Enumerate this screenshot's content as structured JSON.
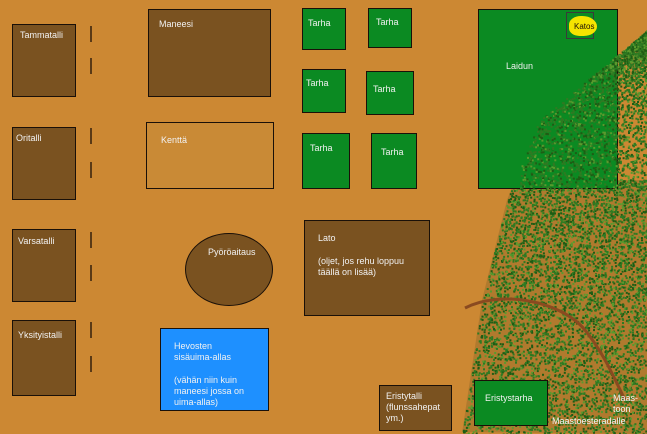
{
  "map": {
    "buildings": {
      "tammatalli": "Tammatalli",
      "oritalli": "Oritalli",
      "varsatalli": "Varsatalli",
      "yksityistalli": "Yksityistalli",
      "maneesi": "Maneesi",
      "kentta": "Kenttä",
      "pyoroaitaus": "Pyöröaitaus",
      "lato": "Lato",
      "lato_note": "(oljet, jos rehu loppuu täällä on lisää)",
      "allas": "Hevosten sisäuima-allas",
      "allas_note": "(vähän niin kuin maneesi jossa on uima-allas)",
      "eristytalli": "Eristytalli (flunssahepat ym.)",
      "eristystarha": "Eristystarha",
      "laidun": "Laidun",
      "katos": "Katos",
      "maastoon": "Maas-toon",
      "maastoesteradalle": "Maastoesteradalle"
    },
    "paddocks": [
      "Tarha",
      "Tarha",
      "Tarha",
      "Tarha",
      "Tarha",
      "Tarha"
    ],
    "colors": {
      "ground": "#cc8833",
      "building": "#7a5220",
      "paddock": "#0b8a22",
      "pool": "#1e90ff",
      "shelter": "#f5e400",
      "forest": "#2f7a22",
      "path": "#8a4a20"
    }
  }
}
